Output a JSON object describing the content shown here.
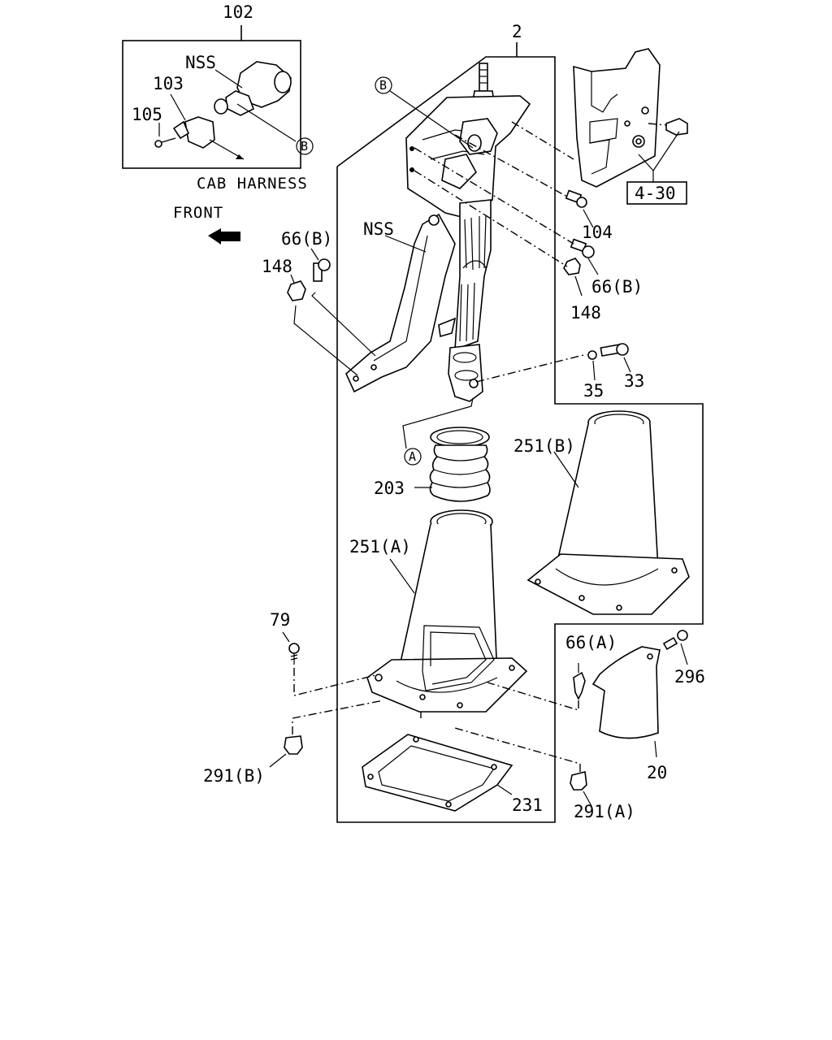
{
  "labels": {
    "l102": "102",
    "l2": "2",
    "nss_top": "NSS",
    "l103": "103",
    "l105": "105",
    "circle_b_a": "B",
    "circle_b_b": "B",
    "cab_harness": "CAB HARNESS",
    "front": "FRONT",
    "nss_mid": "NSS",
    "l66b_left": "66(B)",
    "l148_left": "148",
    "ref_4_30": "4-30",
    "l104": "104",
    "l66b_right": "66(B)",
    "l148_right": "148",
    "l35": "35",
    "l33": "33",
    "circle_a": "A",
    "l203": "203",
    "l251b": "251(B)",
    "l251a": "251(A)",
    "l79": "79",
    "l66a": "66(A)",
    "l296": "296",
    "l20": "20",
    "l291b": "291(B)",
    "l231": "231",
    "l291a": "291(A)"
  }
}
